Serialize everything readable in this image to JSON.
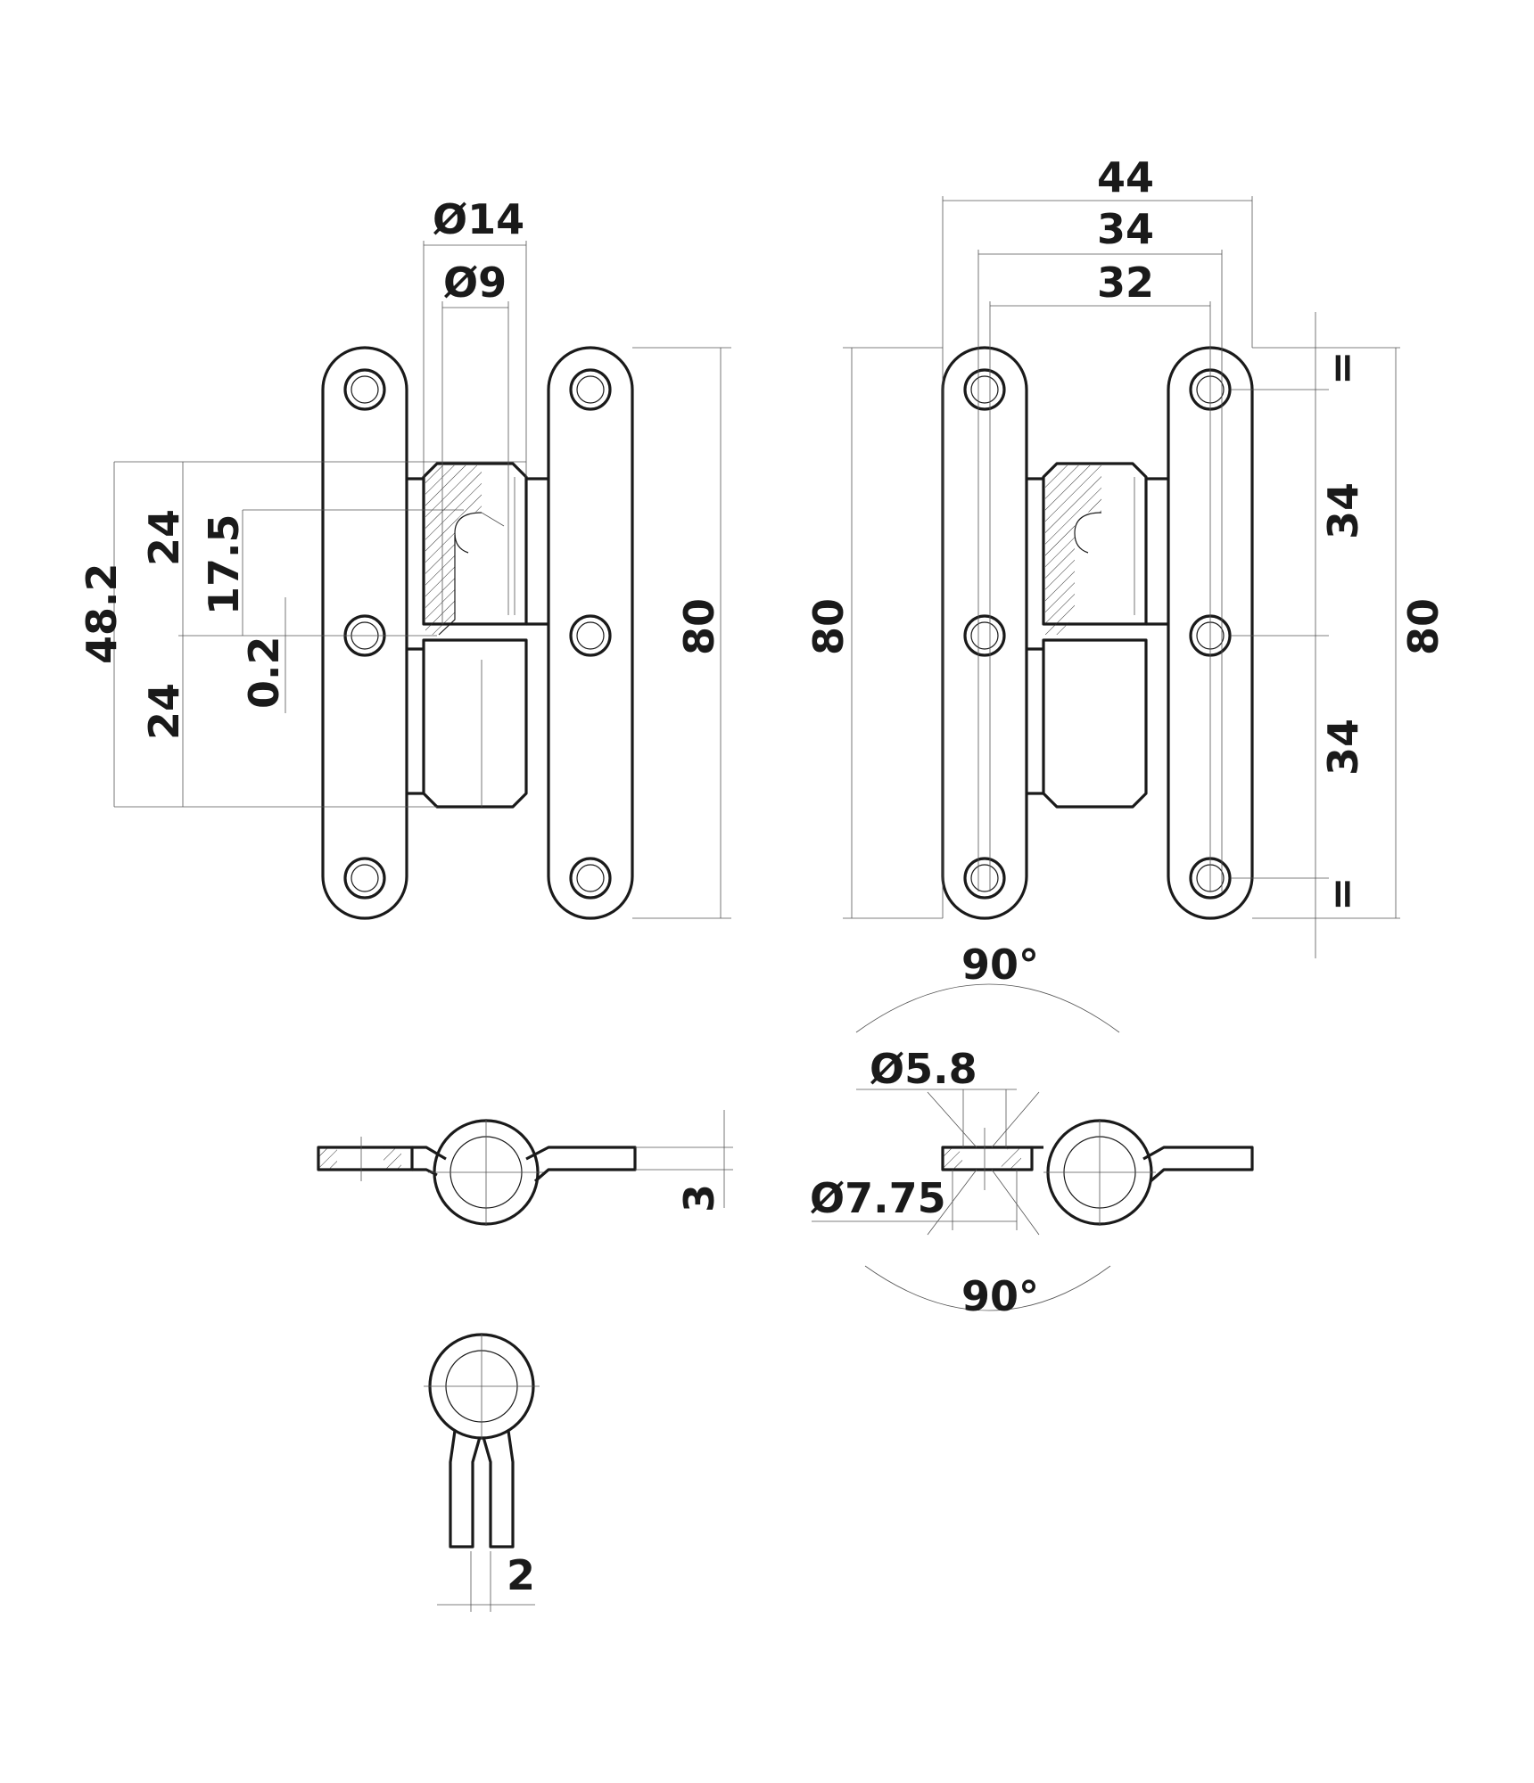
{
  "front_view": {
    "diameters": {
      "outer": "Ø14",
      "inner": "Ø9"
    },
    "heights": {
      "total_left": "48.2",
      "upper": "24",
      "lower": "24",
      "pin": "17.5",
      "gap": "0.2",
      "overall": "80"
    }
  },
  "side_view": {
    "widths": {
      "overall": "44",
      "hole_outer": "34",
      "hole_inner": "32"
    },
    "heights": {
      "overall_left": "80",
      "overall_right": "80",
      "upper_pitch": "34",
      "lower_pitch": "34",
      "equal_top": "=",
      "equal_bottom": "="
    }
  },
  "top_view": {
    "thickness": "3",
    "countersink": {
      "angle_top": "90°",
      "angle_bottom": "90°",
      "hole": "Ø5.8",
      "head": "Ø7.75"
    }
  },
  "end_view": {
    "thickness": "2"
  }
}
